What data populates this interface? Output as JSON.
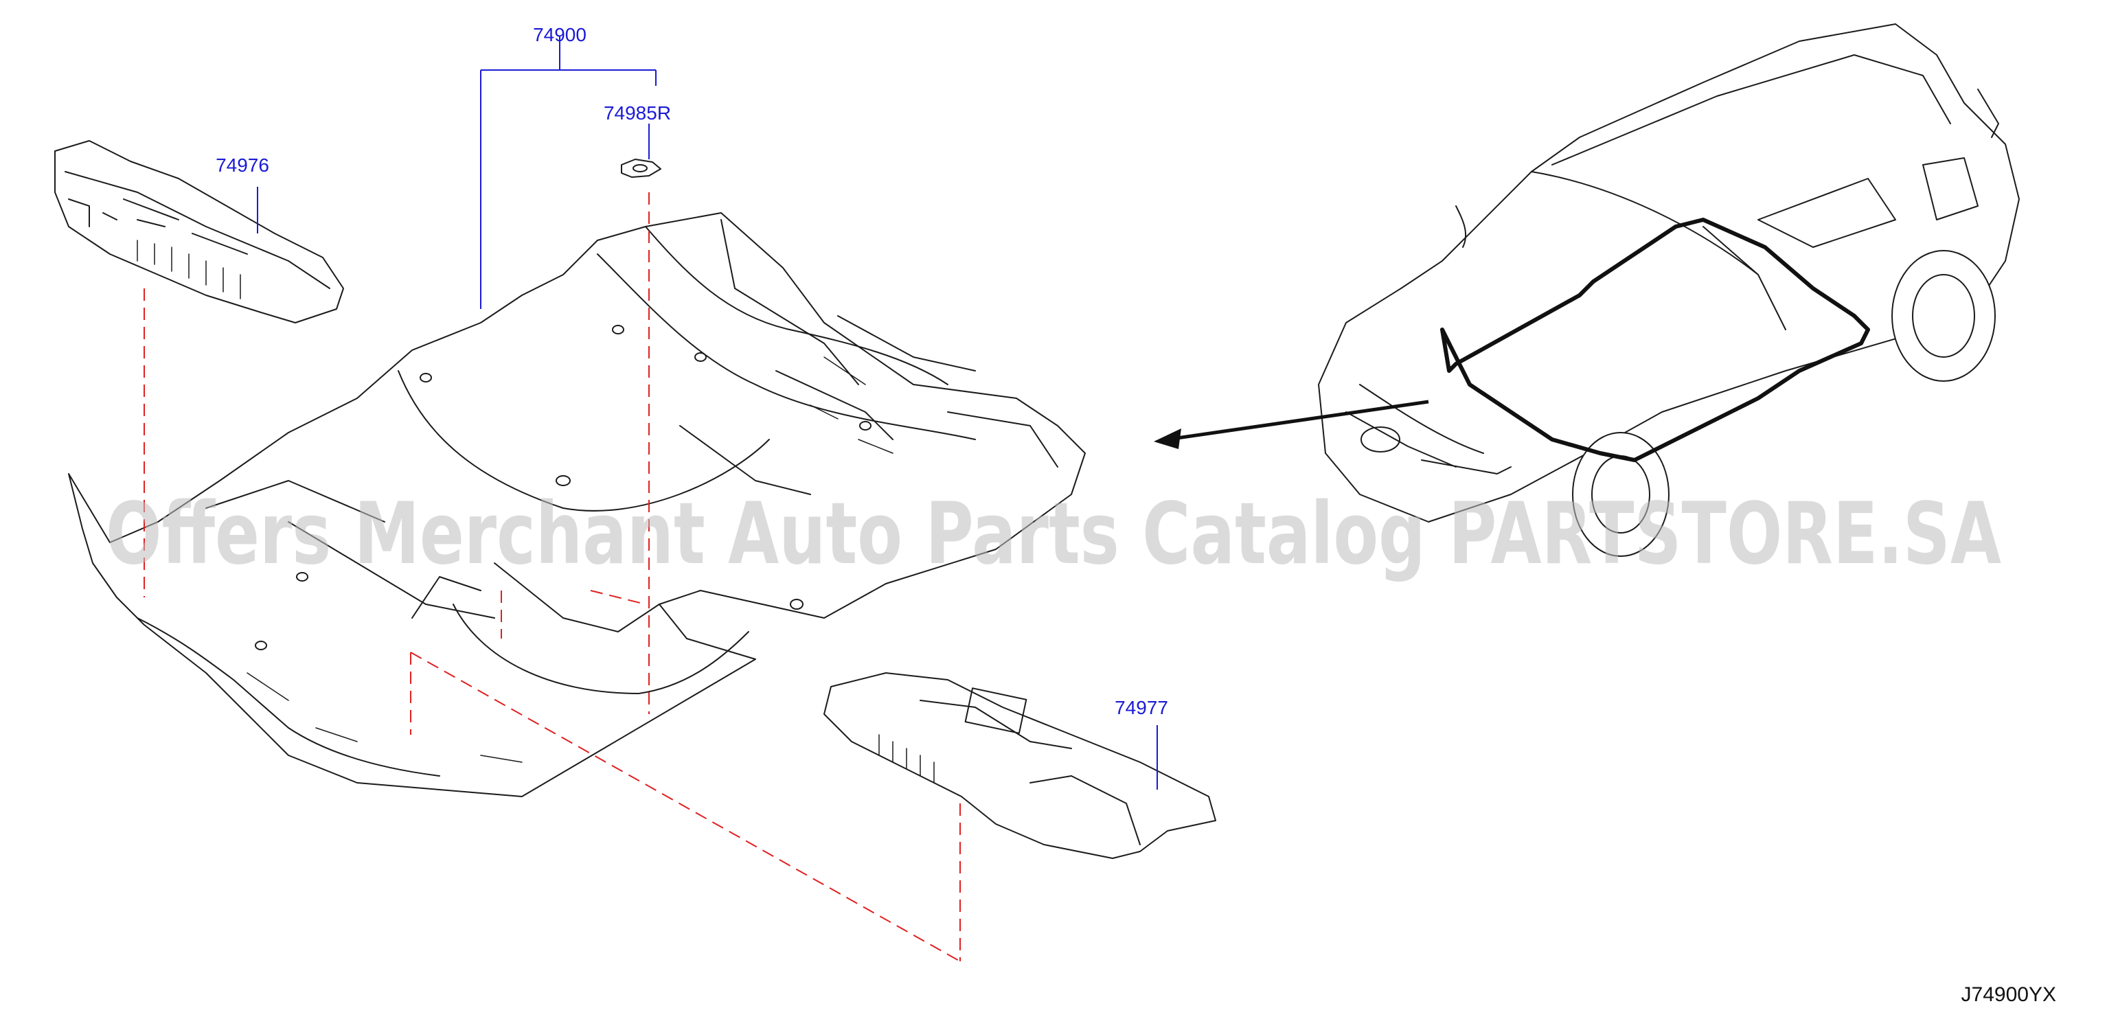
{
  "parts": {
    "carpet": "74900",
    "clip": "74985R",
    "left_spacer": "74976",
    "right_spacer": "74977"
  },
  "diagram_code": "J74900YX",
  "watermark": "Offers Merchant Auto Parts Catalog PARTSTORE.SA",
  "colors": {
    "label": "#1a1ad6",
    "dashed_guide": "#e02020",
    "linework": "#1b1b1b",
    "watermark": "#bdbdbd"
  }
}
